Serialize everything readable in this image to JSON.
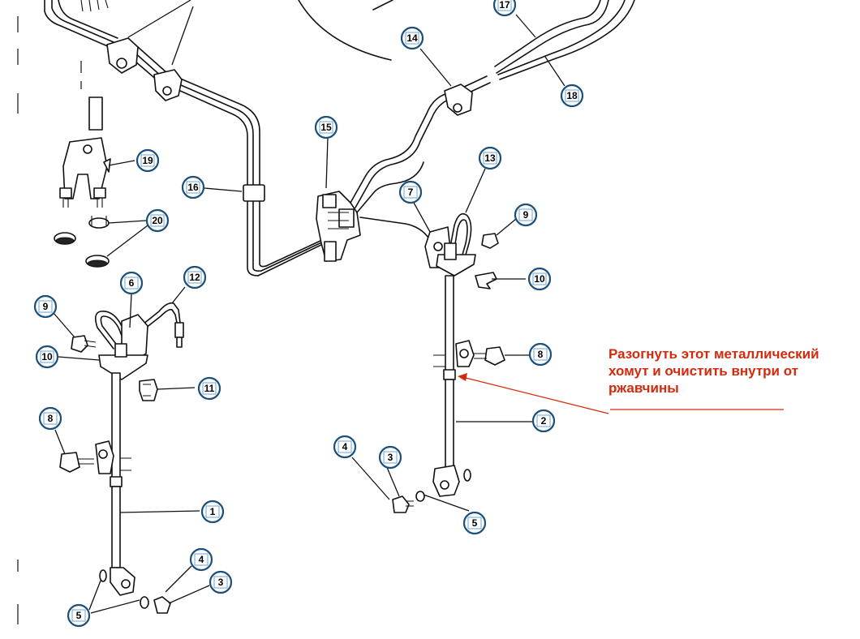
{
  "annotation": {
    "lines": [
      "Разогнуть этот металлический",
      "хомут и очистить внутри от",
      "ржавчины"
    ],
    "color": "#d42a0c"
  },
  "callouts": [
    {
      "id": "c1",
      "label": "1"
    },
    {
      "id": "c2",
      "label": "2"
    },
    {
      "id": "c3a",
      "label": "3"
    },
    {
      "id": "c3b",
      "label": "3"
    },
    {
      "id": "c4a",
      "label": "4"
    },
    {
      "id": "c4b",
      "label": "4"
    },
    {
      "id": "c5a",
      "label": "5"
    },
    {
      "id": "c5b",
      "label": "5"
    },
    {
      "id": "c6",
      "label": "6"
    },
    {
      "id": "c7",
      "label": "7"
    },
    {
      "id": "c8a",
      "label": "8"
    },
    {
      "id": "c8b",
      "label": "8"
    },
    {
      "id": "c9a",
      "label": "9"
    },
    {
      "id": "c9b",
      "label": "9"
    },
    {
      "id": "c10a",
      "label": "10"
    },
    {
      "id": "c10b",
      "label": "10"
    },
    {
      "id": "c11",
      "label": "11"
    },
    {
      "id": "c12",
      "label": "12"
    },
    {
      "id": "c13",
      "label": "13"
    },
    {
      "id": "c14",
      "label": "14"
    },
    {
      "id": "c15",
      "label": "15"
    },
    {
      "id": "c16",
      "label": "16"
    },
    {
      "id": "c17",
      "label": "17"
    },
    {
      "id": "c18",
      "label": "18"
    },
    {
      "id": "c19",
      "label": "19"
    },
    {
      "id": "c20",
      "label": "20"
    }
  ]
}
